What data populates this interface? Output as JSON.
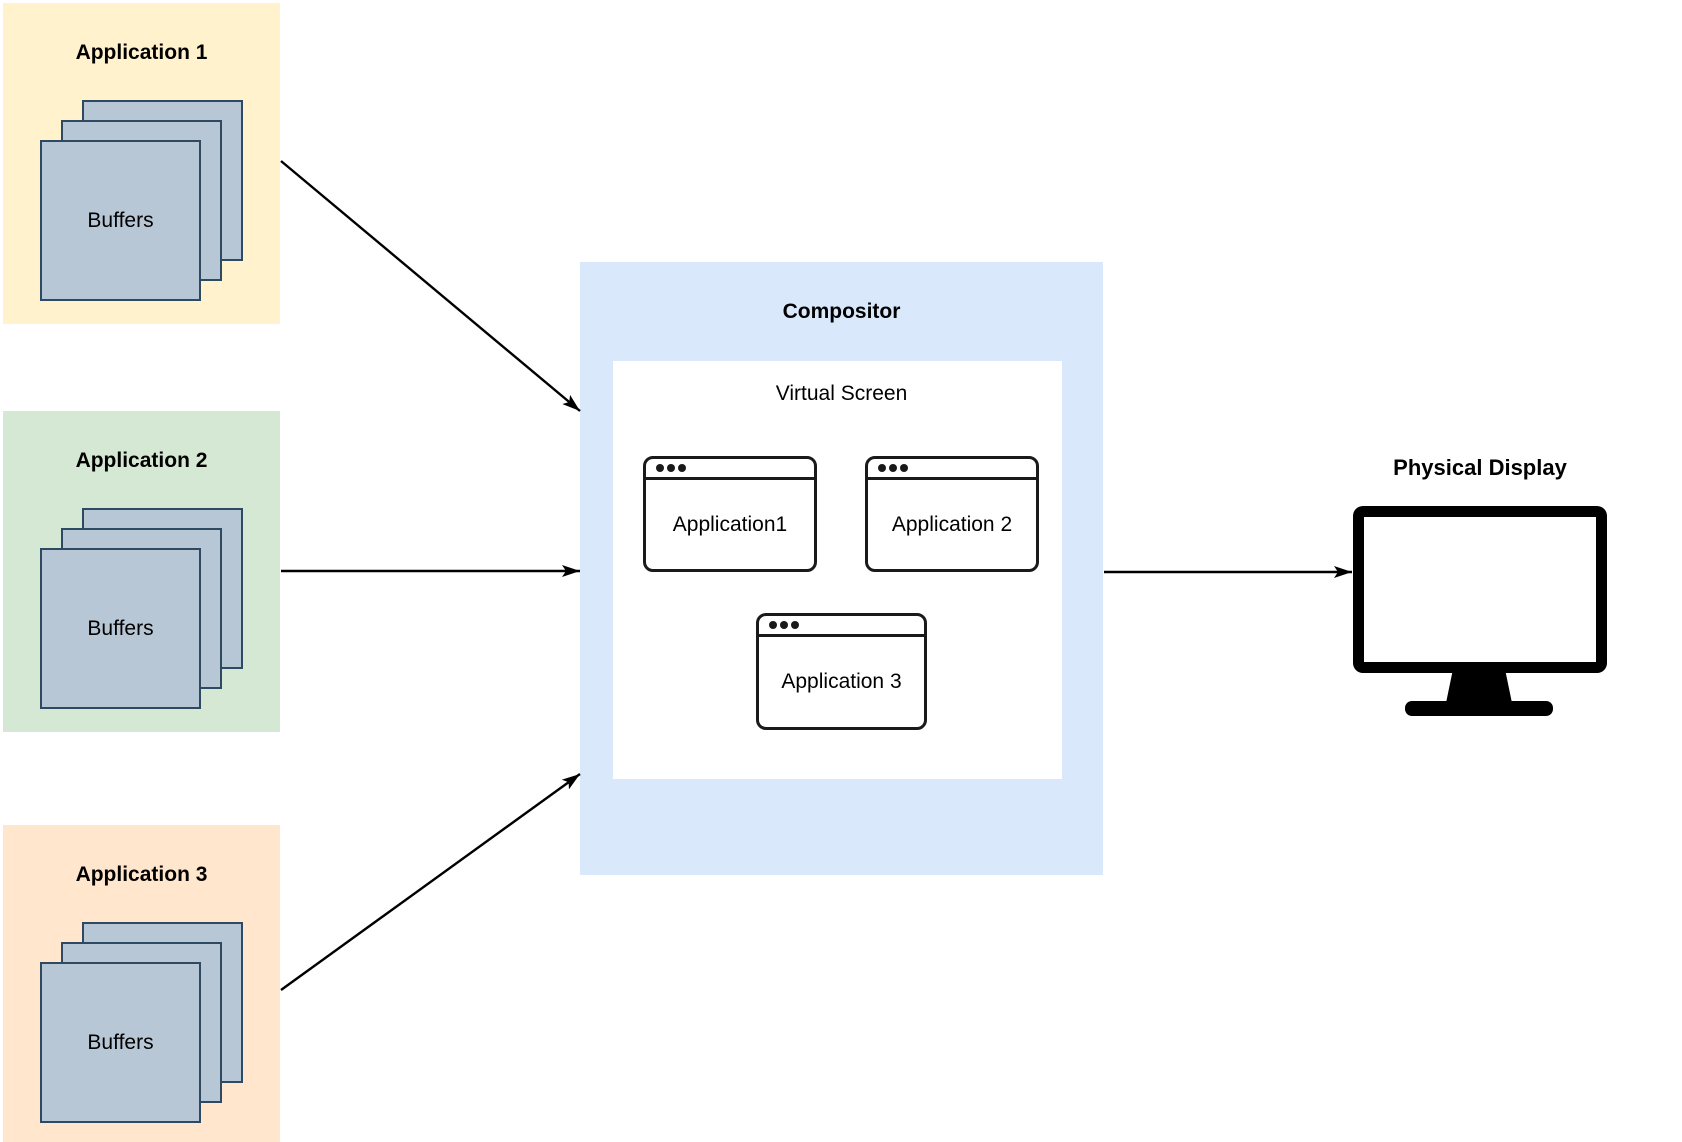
{
  "applications": [
    {
      "title": "Application 1",
      "buffers_label": "Buffers",
      "bg": "#FFF2CC"
    },
    {
      "title": "Application 2",
      "buffers_label": "Buffers",
      "bg": "#D5E8D4"
    },
    {
      "title": "Application 3",
      "buffers_label": "Buffers",
      "bg": "#FFE6CC"
    }
  ],
  "compositor": {
    "title": "Compositor",
    "bg": "#DAE8FC",
    "virtual_screen": {
      "label": "Virtual Screen",
      "bg": "#FFFFFF",
      "windows": [
        {
          "label": "Application1"
        },
        {
          "label": "Application 2"
        },
        {
          "label": "Application 3"
        }
      ]
    }
  },
  "physical_display": {
    "title": "Physical Display"
  },
  "styles": {
    "buffer_fill": "#B8C7D6",
    "buffer_border": "#2E4962",
    "window_border": "#1A1A1A",
    "arrow_color": "#000000"
  }
}
